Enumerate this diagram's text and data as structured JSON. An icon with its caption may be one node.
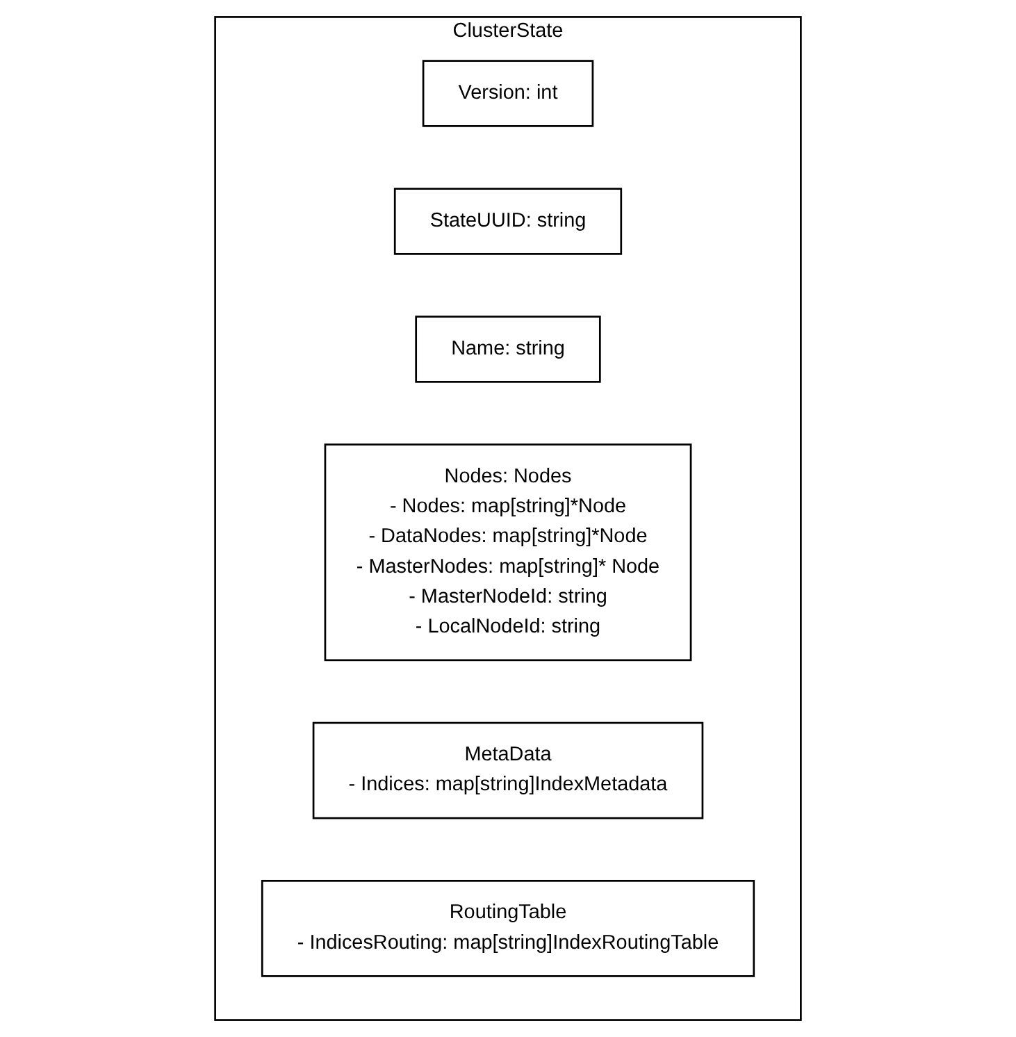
{
  "diagram": {
    "nodes": [
      {
        "text": [
          "ClusterState"
        ]
      },
      {
        "text": [
          "Version: int"
        ],
        "in": 0
      },
      {
        "text": [
          "StateUUID: string"
        ],
        "in": 0
      },
      {
        "text": [
          "Name: string"
        ],
        "in": 0
      },
      {
        "text": [
          "Nodes: Nodes",
          "- Nodes: map[string]*Node",
          "- DataNodes: map[string]*Node",
          "- MasterNodes: map[string]* Node",
          "- MasterNodeId: string",
          "- LocalNodeId: string"
        ],
        "in": 0
      },
      {
        "text": [
          "MetaData",
          "- Indices: map[string]IndexMetadata"
        ],
        "in": 0
      },
      {
        "text": [
          "RoutingTable",
          "- IndicesRouting: map[string]IndexRoutingTable"
        ],
        "in": 0
      }
    ]
  }
}
